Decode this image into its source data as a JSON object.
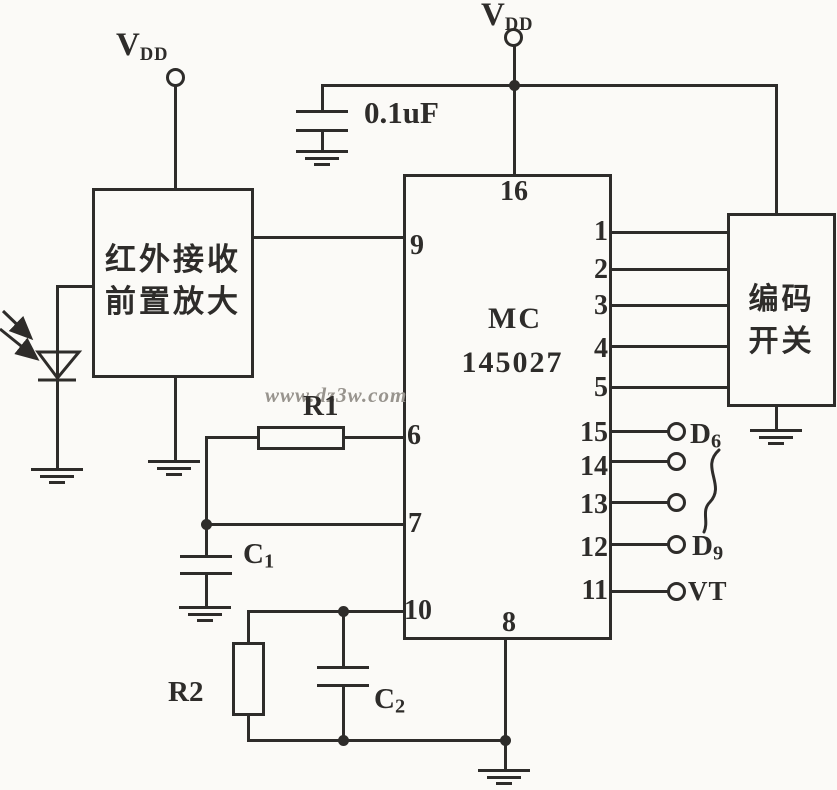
{
  "colors": {
    "line": "#2e2c2a",
    "background": "#fbfaf7",
    "watermark": "#98948e"
  },
  "watermark": "www.dz3w.com",
  "power": {
    "v": "V",
    "sub": "DD"
  },
  "bypass_cap_label": "0.1uF",
  "blocks": {
    "preamp": {
      "line1": "红外接收",
      "line2": "前置放大"
    },
    "encoder": {
      "line1": "编码",
      "line2": "开关"
    }
  },
  "ic": {
    "name_line1": "MC",
    "name_line2": "145027",
    "pin_top": "16",
    "pin_bottom": "8",
    "pins_left": [
      "9",
      "6",
      "7",
      "10"
    ],
    "pins_right": [
      "1",
      "2",
      "3",
      "4",
      "5",
      "15",
      "14",
      "13",
      "12",
      "11"
    ]
  },
  "components": {
    "r1": "R1",
    "r2": "R2",
    "c1": {
      "main": "C",
      "sub": "1"
    },
    "c2": {
      "main": "C",
      "sub": "2"
    }
  },
  "terminals": {
    "d6": {
      "main": "D",
      "sub": "6"
    },
    "d9": {
      "main": "D",
      "sub": "9"
    },
    "vt": "VT"
  }
}
